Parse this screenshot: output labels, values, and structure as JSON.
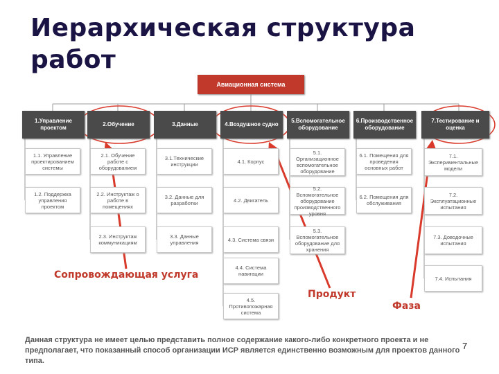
{
  "slide": {
    "title_line1": "Иерархическая структура",
    "title_line2": "работ",
    "page_number": "7"
  },
  "wbs": {
    "root": "Авиационная система",
    "phases": [
      {
        "label": "1.Управление проектом",
        "children": [
          "1.1. Управление проектированием системы",
          "1.2. Поддержка управления проектом"
        ]
      },
      {
        "label": "2.Обучение",
        "children": [
          "2.1. Обучение работе с оборудованием",
          "2.2. Инструктаж о работе в помещениях",
          "2.3. Инструктаж коммуникациям"
        ]
      },
      {
        "label": "3.Данные",
        "children": [
          "3.1.Технические инструкции",
          "3.2. Данные для разработки",
          "3.3. Данные управления"
        ]
      },
      {
        "label": "4.Воздушное судно",
        "children": [
          "4.1. Корпус",
          "4.2. Двигатель",
          "4.3. Система связи",
          "4.4. Система навигации",
          "4.5. Противопожарная система"
        ]
      },
      {
        "label": "5.Вспомогательное оборудование",
        "children": [
          "5.1. Организационное вспомогательное оборудование",
          "5.2. Вспомогательное оборудование производственного уровня",
          "5.3. Вспомогательное оборудование для хранения"
        ]
      },
      {
        "label": "6.Производственное оборудование",
        "children": [
          "6.1. Помещения для проведения основных работ",
          "6.2. Помещения для обслуживания"
        ]
      },
      {
        "label": "7.Тестирование и оценка",
        "children": [
          "7.1. Экспериментальные модели",
          "7.2. Эксплуатационные испытания",
          "7.3. Доводочные испытания",
          "7.4. Испытания"
        ]
      }
    ]
  },
  "callouts": {
    "support": "Сопровождающая услуга",
    "product": "Продукт",
    "phase": "Фаза"
  },
  "footnote": "Данная структура не имеет целью представить полное содержание какого-либо конкретного проекта и не предполагает, что показанный способ организации ИСР является единственно возможным для проектов данного типа.",
  "colors": {
    "accent": "#c0392b",
    "phase_box": "#4a4a4a",
    "title": "#1a1445"
  }
}
